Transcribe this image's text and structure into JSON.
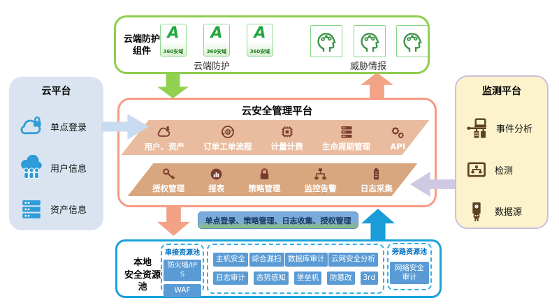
{
  "top_box": {
    "label": "云端防护组件",
    "shield_glyph": "A",
    "shield_text": "360安域",
    "shield_caption": "云端防护",
    "intel_caption": "威胁情报"
  },
  "left_box": {
    "title": "云平台",
    "items": [
      {
        "icon": "sso-cloud-lock-icon",
        "label": "单点登录"
      },
      {
        "icon": "users-cloud-icon",
        "label": "用户信息"
      },
      {
        "icon": "assets-server-icon",
        "label": "资产信息"
      }
    ]
  },
  "right_box": {
    "title": "监测平台",
    "items": [
      {
        "icon": "event-analysis-icon",
        "label": "事件分析"
      },
      {
        "icon": "detection-icon",
        "label": "检测"
      },
      {
        "icon": "datasource-icon",
        "label": "数据源"
      }
    ]
  },
  "center_box": {
    "title": "云安全管理平台",
    "bar1": {
      "items": [
        {
          "icon": "cloud-user-icon",
          "label": "用户、资产"
        },
        {
          "icon": "order-process-icon",
          "label": "订单工单流程"
        },
        {
          "icon": "metering-chip-icon",
          "label": "计量计费"
        },
        {
          "icon": "lifecycle-server-icon",
          "label": "生命周期管理"
        },
        {
          "icon": "api-gears-icon",
          "label": "API"
        }
      ]
    },
    "bar2": {
      "items": [
        {
          "icon": "key-icon",
          "label": "授权管理"
        },
        {
          "icon": "report-icon",
          "label": "报表"
        },
        {
          "icon": "policy-lock-icon",
          "label": "策略管理"
        },
        {
          "icon": "monitor-alert-icon",
          "label": "监控告警"
        },
        {
          "icon": "log-collect-icon",
          "label": "日志采集"
        }
      ]
    }
  },
  "pill": {
    "label": "单点登录、策略管理、日志收集、授权管理"
  },
  "bottom_box": {
    "label_line1": "本地",
    "label_line2": "安全资源池",
    "serial_pool": {
      "title": "串接资源池",
      "buttons": [
        "防火墙/IPS",
        "WAF"
      ]
    },
    "main_pool": {
      "row1": [
        "主机安全",
        "综合漏扫",
        "数据库审计",
        "云网安全分析"
      ],
      "row2": [
        "日志审计",
        "态势感知",
        "堡垒机",
        "防篡改",
        "3rd"
      ]
    },
    "bypass_pool": {
      "title": "旁路资源池",
      "buttons": [
        "网络安全审计"
      ]
    }
  },
  "colors": {
    "green_border": "#8fce4e",
    "green_arrow": "#92d050",
    "salmon_arrow": "#f2a285",
    "center_border": "#f79a84",
    "bar1_bg": "#e9bc9f",
    "bar2_bg": "#d8a67f",
    "bar_icon_maroon": "#7a3b2d",
    "blue_button": "#5b9bd5",
    "bottom_border": "#18a2dc",
    "dashed_border": "#2fb0e8",
    "pool_label_blue": "#0070c0",
    "left_box_bg": "#dae4f0",
    "left_icon_blue": "#2d9cd8",
    "right_box_bg": "#fcf2cc",
    "right_box_border": "#c9c0dd",
    "right_icon_brown": "#5e4123",
    "pale_blue_arrow": "#c9dbf0",
    "lavender_arrow": "#cfc9e3",
    "up_blue_arrow": "#199cd8"
  }
}
